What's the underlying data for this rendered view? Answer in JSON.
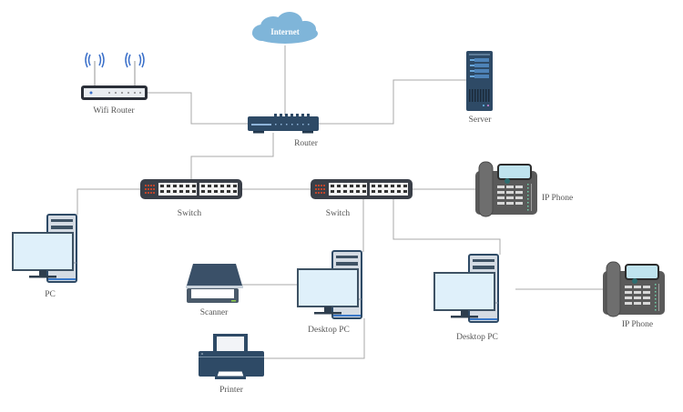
{
  "diagram": {
    "type": "network-topology",
    "colors": {
      "line": "#a8a8a8",
      "device_dark": "#2e4a66",
      "cloud": "#7fb5d9",
      "monitor_screen": "#dff0fa",
      "phone_body": "#5a5a5a",
      "label": "#555555"
    },
    "nodes": {
      "internet": {
        "label": "Internet",
        "icon": "cloud-icon"
      },
      "wifi_router": {
        "label": "Wifi Router",
        "icon": "wifi-router-icon"
      },
      "router": {
        "label": "Router",
        "icon": "router-icon"
      },
      "server": {
        "label": "Server",
        "icon": "server-icon"
      },
      "switch1": {
        "label": "Switch",
        "icon": "switch-icon"
      },
      "switch2": {
        "label": "Switch",
        "icon": "switch-icon"
      },
      "ip_phone1": {
        "label": "IP Phone",
        "icon": "ip-phone-icon"
      },
      "pc": {
        "label": "PC",
        "icon": "desktop-pc-icon"
      },
      "scanner": {
        "label": "Scanner",
        "icon": "scanner-icon"
      },
      "desktop_pc1": {
        "label": "Desktop PC",
        "icon": "desktop-pc-icon"
      },
      "desktop_pc2": {
        "label": "Desktop PC",
        "icon": "desktop-pc-icon"
      },
      "printer": {
        "label": "Printer",
        "icon": "printer-icon"
      },
      "ip_phone2": {
        "label": "IP Phone",
        "icon": "ip-phone-icon"
      }
    },
    "edges": [
      [
        "internet",
        "router"
      ],
      [
        "wifi_router",
        "router"
      ],
      [
        "server",
        "router"
      ],
      [
        "router",
        "switch1"
      ],
      [
        "switch1",
        "switch2"
      ],
      [
        "switch1",
        "pc"
      ],
      [
        "switch2",
        "ip_phone1"
      ],
      [
        "switch2",
        "desktop_pc1"
      ],
      [
        "switch2",
        "desktop_pc2"
      ],
      [
        "desktop_pc1",
        "scanner"
      ],
      [
        "desktop_pc1",
        "printer"
      ],
      [
        "desktop_pc2",
        "ip_phone2"
      ]
    ]
  }
}
